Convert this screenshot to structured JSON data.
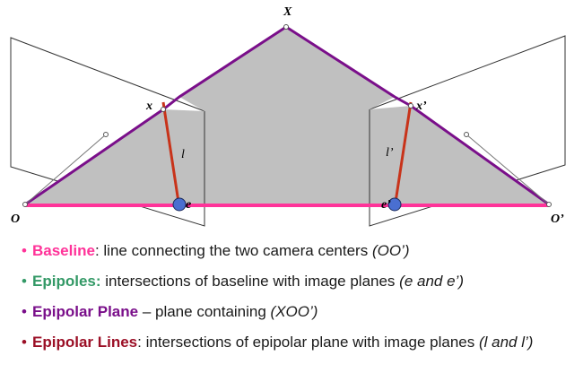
{
  "labels": {
    "X": "X",
    "x_left": "x",
    "x_right": "x’",
    "l_left": "l",
    "l_right": "l’",
    "e_left": "e",
    "e_right": "e’",
    "O_left": "O",
    "O_right": "O’"
  },
  "bullets": [
    {
      "term": "Baseline",
      "sep": ": ",
      "text": "line connecting the two camera centers ",
      "note": "(OO’)"
    },
    {
      "term": "Epipoles:",
      "sep": " ",
      "text": "intersections of baseline with image planes ",
      "note": "(e and e’)"
    },
    {
      "term": "Epipolar Plane",
      "sep": " – ",
      "text": "plane containing ",
      "note": "(XOO’)"
    },
    {
      "term": "Epipolar Lines",
      "sep": ": ",
      "text": "intersections of epipolar plane with image planes ",
      "note": "(l and l’)"
    }
  ],
  "colors": {
    "baseline": "#ff3399",
    "epipole_text": "#339966",
    "plane_outline": "#7a0f8a",
    "epipolar_line": "#c8331a",
    "plane_fill": "#c0c0c0",
    "epipole_marker": "#4a6fd1"
  }
}
